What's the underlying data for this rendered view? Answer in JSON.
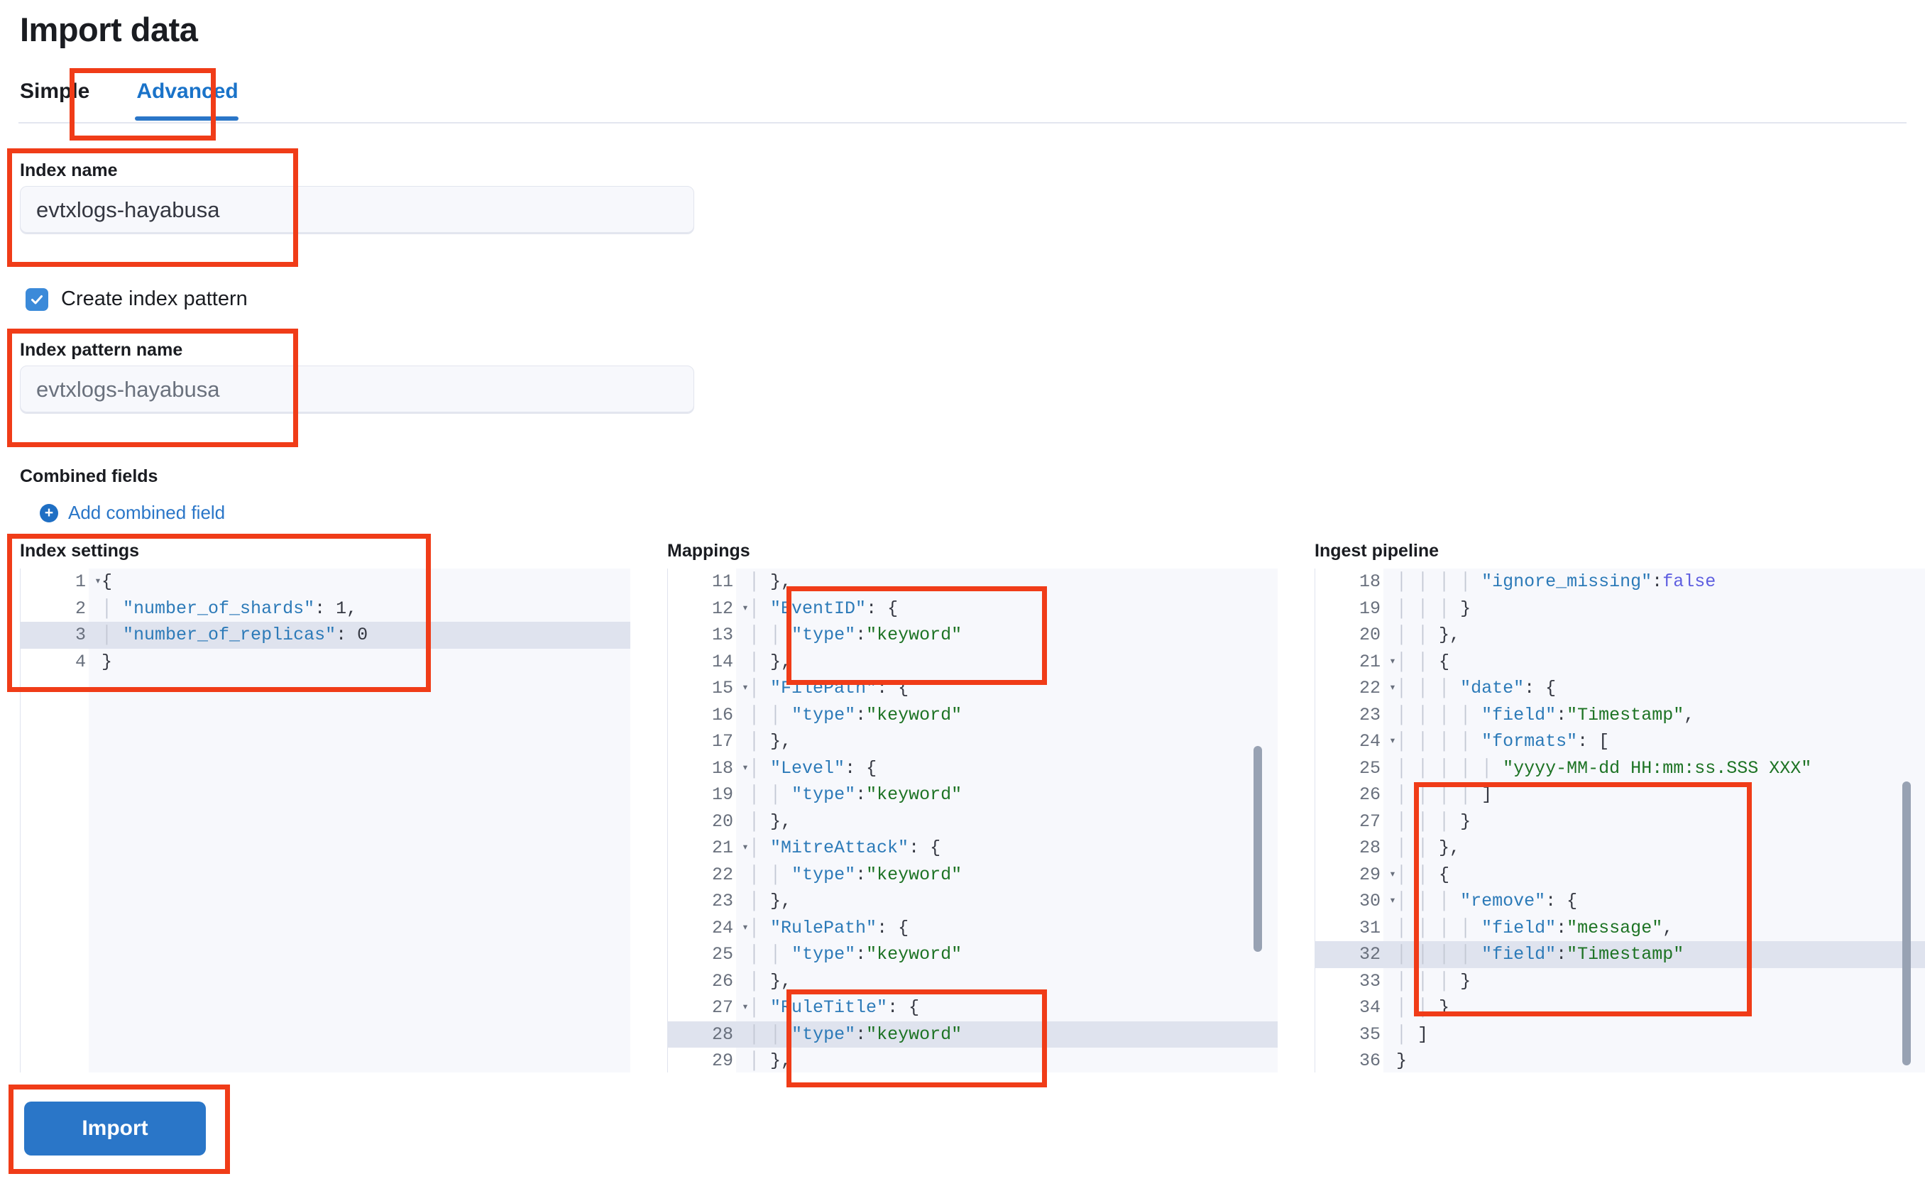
{
  "page": {
    "title": "Import data"
  },
  "tabs": [
    {
      "label": "Simple",
      "active": false
    },
    {
      "label": "Advanced",
      "active": true
    }
  ],
  "index_name": {
    "label": "Index name",
    "value": "evtxlogs-hayabusa"
  },
  "create_index_pattern": {
    "label": "Create index pattern",
    "checked": true,
    "checkbox_icon": "check-icon"
  },
  "index_pattern_name": {
    "label": "Index pattern name",
    "value": "evtxlogs-hayabusa"
  },
  "combined_fields": {
    "heading": "Combined fields",
    "add_label": "Add combined field",
    "add_icon": "plus-circle-icon"
  },
  "editors": {
    "index_settings": {
      "heading": "Index settings",
      "first_line": 1,
      "highlight_line": 3,
      "fold_lines": [
        1
      ],
      "lines": [
        "{",
        "  \"number_of_shards\": 1,",
        "  \"number_of_replicas\": 0",
        "}"
      ]
    },
    "mappings": {
      "heading": "Mappings",
      "first_line": 11,
      "highlight_line": 28,
      "fold_lines": [
        12,
        15,
        18,
        21,
        24,
        27
      ],
      "lines": [
        "  },",
        "  \"EventID\": {",
        "    \"type\": \"keyword\"",
        "  },",
        "  \"FilePath\": {",
        "    \"type\": \"keyword\"",
        "  },",
        "  \"Level\": {",
        "    \"type\": \"keyword\"",
        "  },",
        "  \"MitreAttack\": {",
        "    \"type\": \"keyword\"",
        "  },",
        "  \"RulePath\": {",
        "    \"type\": \"keyword\"",
        "  },",
        "  \"RuleTitle\": {",
        "    \"type\": \"keyword\"",
        "  },"
      ]
    },
    "ingest_pipeline": {
      "heading": "Ingest pipeline",
      "first_line": 18,
      "highlight_line": 32,
      "fold_lines": [
        21,
        22,
        24,
        29,
        30
      ],
      "lines": [
        "        \"ignore_missing\": false",
        "      }",
        "    },",
        "    {",
        "      \"date\": {",
        "        \"field\": \"Timestamp\",",
        "        \"formats\": [",
        "          \"yyyy-MM-dd HH:mm:ss.SSS XXX\"",
        "        ]",
        "      }",
        "    },",
        "    {",
        "      \"remove\": {",
        "        \"field\": \"message\",",
        "        \"field\": \"Timestamp\"",
        "      }",
        "    }",
        "  ]",
        "}"
      ]
    }
  },
  "import_button": {
    "label": "Import"
  },
  "colors": {
    "accent": "#2a76c8",
    "annotation": "#f03c18",
    "editor_background": "#f7f8fc",
    "highlight_row": "#dfe3ee",
    "string_token": "#1d7324",
    "key_token": "#2c7ab8"
  }
}
